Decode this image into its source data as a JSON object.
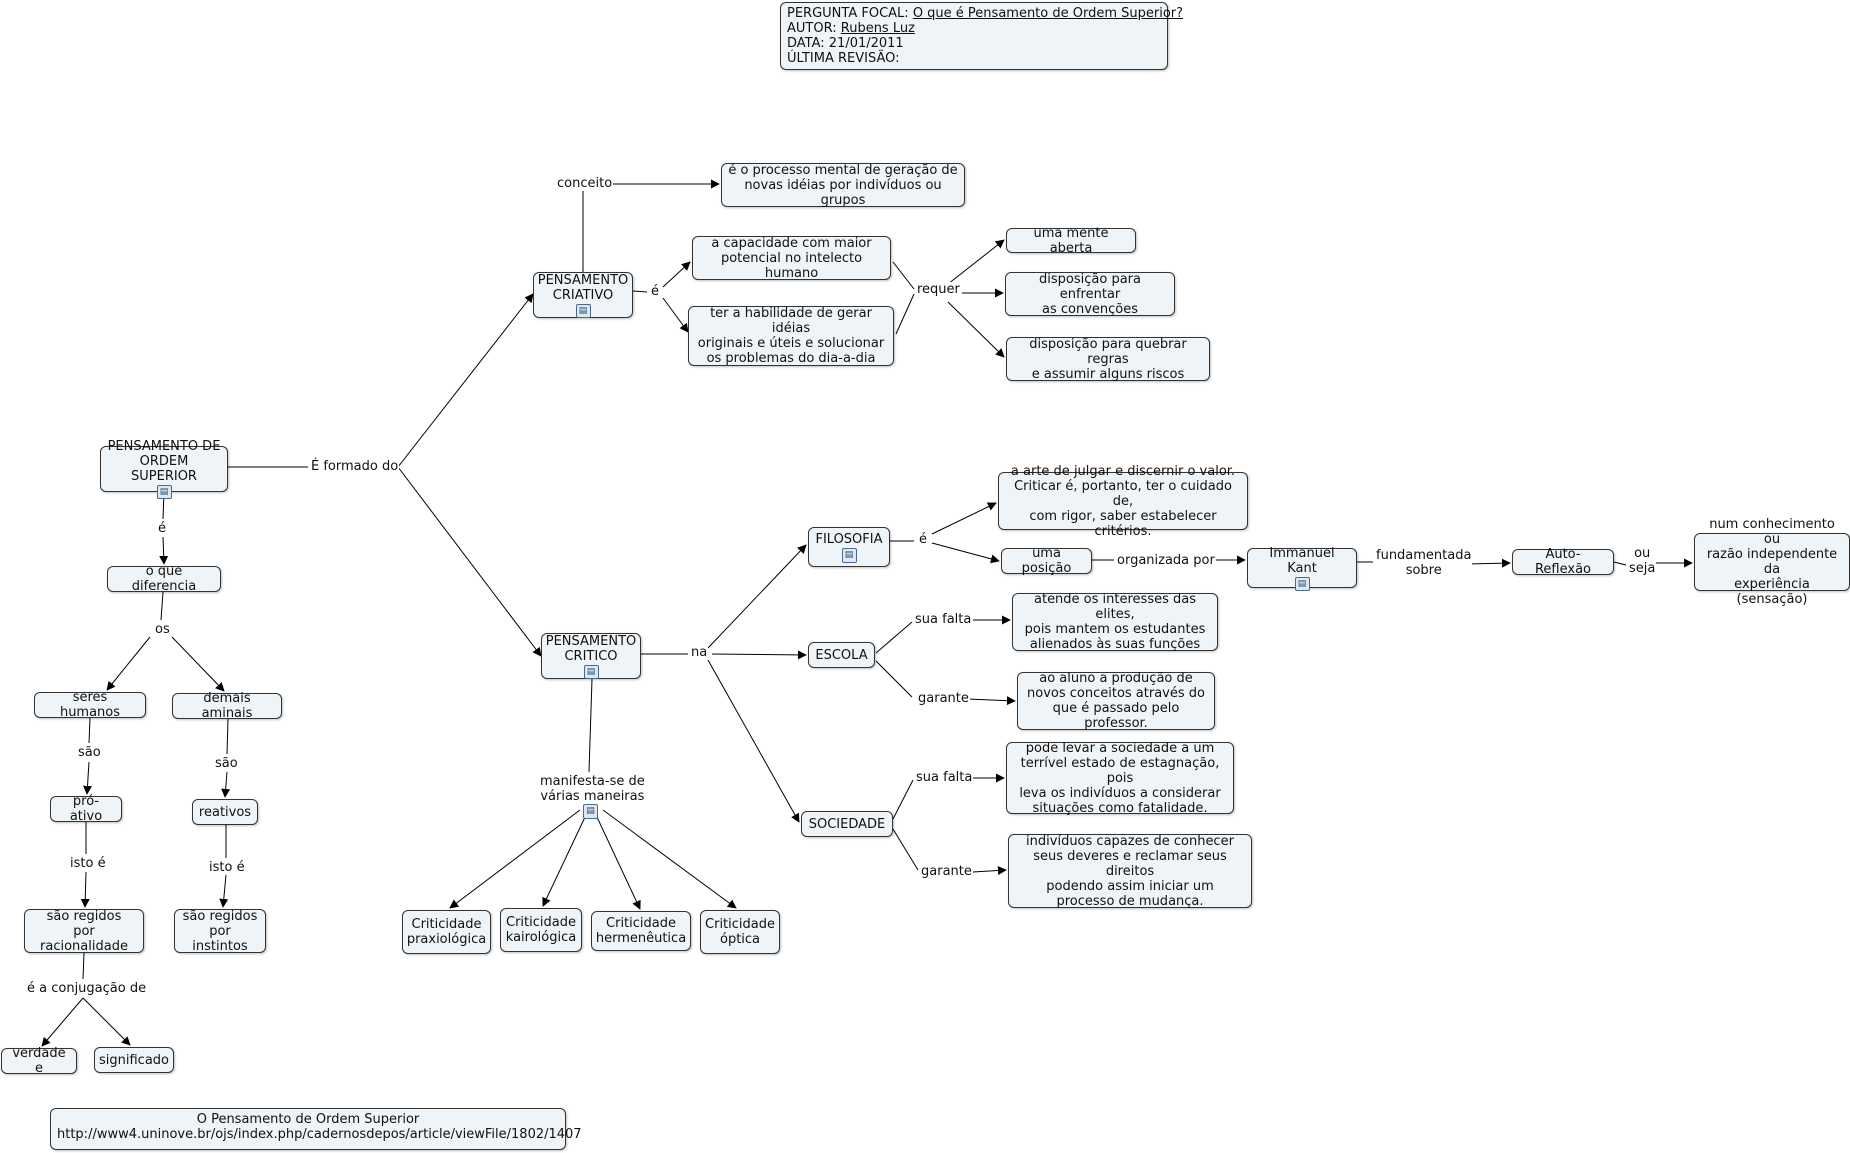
{
  "header": {
    "focal_label": "PERGUNTA FOCAL:",
    "focal_value": "O que é Pensamento de Ordem Superior?",
    "author_label": "AUTOR:",
    "author_value": "Rubens Luz",
    "date_line": "DATA: 21/01/2011",
    "revision_line": "ÚLTIMA REVISÃO:"
  },
  "icons": {
    "resource": "document-icon"
  },
  "nodes": {
    "pos": "PENSAMENTO DE\nORDEM SUPERIOR",
    "criativo": "PENSAMENTO\nCRIATIVO",
    "critico": "PENSAMENTO\nCRITICO",
    "conceito_def": "é o processo mental de geração de\nnovas idéias por indivíduos ou grupos",
    "capacidade": "a capacidade com maior\npotencial no intelecto humano",
    "habilidade": "ter a habilidade de gerar idéias\noriginais e úteis e solucionar\nos problemas do dia-a-dia",
    "mente": "uma mente aberta",
    "enfrentar": "disposição para enfrentar\nas convenções",
    "quebrar": "disposição para quebrar regras\ne assumir alguns riscos",
    "filosofia": "FILOSOFIA",
    "escola": "ESCOLA",
    "sociedade": "SOCIEDADE",
    "arte": "a arte de julgar e discernir o valor.\nCriticar é, portanto, ter o cuidado de,\ncom rigor, saber estabelecer critérios.",
    "posicao": "uma posição",
    "kant": "Immanuel Kant",
    "autoreflexao": "Auto-Reflexão",
    "conhecimento": "num conhecimento ou\nrazão independente da\nexperiência (sensação)",
    "elites": "atende os interesses das elites,\npois mantem os estudantes\nalienados às suas funções",
    "aluno": "ao aluno a produção de\nnovos conceitos através do\nque é passado pelo professor.",
    "estagnacao": "pode levar a sociedade a um\nterrível estado de estagnação, pois\nleva os indivíduos a considerar\nsituações como fatalidade.",
    "individuos": "indivíduos capazes de conhecer\nseus deveres e reclamar seus direitos\npodendo assim iniciar um\nprocesso de mudança.",
    "praxiologica": "Criticidade\npraxiológica",
    "kairologica": "Criticidade\nkairológica",
    "hermeneutica": "Criticidade\nhermenêutica",
    "optica": "Criticidade\nóptica",
    "diferencia": "o que diferencia",
    "seres": "seres humanos",
    "aminais": "demais aminais",
    "proativo": "pró-ativo",
    "reativos": "reativos",
    "racionalidade": "são regidos\npor racionalidade",
    "instintos": "são regidos\npor instintos",
    "verdade": "verdade e",
    "significado": "significado"
  },
  "links": {
    "formado": "É formado do",
    "conceito": "conceito",
    "e_criativo": "é",
    "requer": "requer",
    "na": "na",
    "e_filosofia": "é",
    "organizada": "organizada por",
    "fundamentada": "fundamentada\nsobre",
    "ou_seja": "ou\nseja",
    "sua_falta_escola": "sua falta",
    "garante_escola": "garante",
    "sua_falta_soc": "sua falta",
    "garante_soc": "garante",
    "manifesta": "manifesta-se de\nvárias maneiras",
    "e_pos": "é",
    "os": "os",
    "sao_1": "são",
    "sao_2": "são",
    "isto_1": "isto é",
    "isto_2": "isto é",
    "conjugacao": "é a conjugação de"
  },
  "reference": {
    "title": "O Pensamento de Ordem Superior",
    "url": "http://www4.uninove.br/ojs/index.php/cadernosdepos/article/viewFile/1802/1407"
  }
}
